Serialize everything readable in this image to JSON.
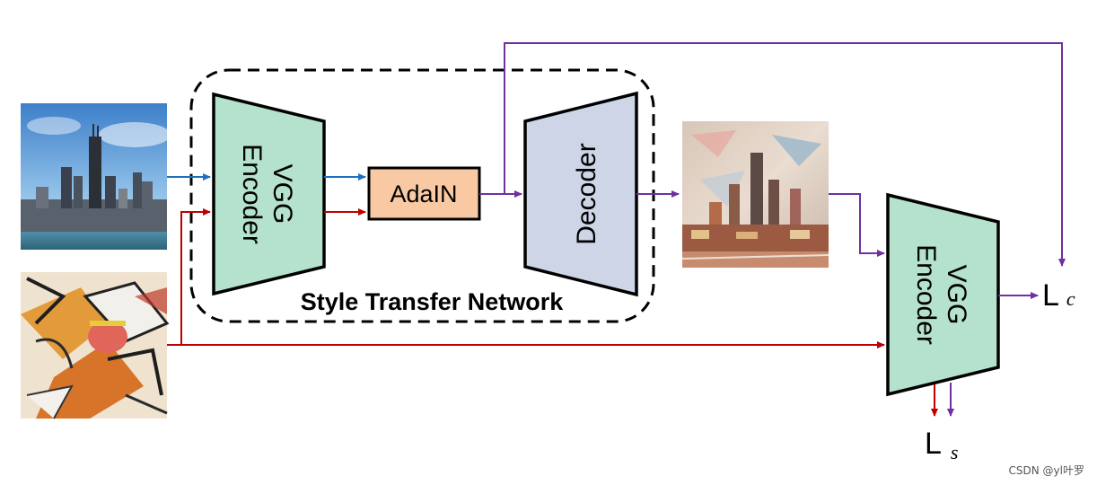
{
  "encoder_left": {
    "line1": "VGG",
    "line2": "Encoder"
  },
  "adain": {
    "label": "AdaIN"
  },
  "decoder": {
    "label": "Decoder"
  },
  "network": {
    "label": "Style Transfer Network"
  },
  "encoder_right": {
    "line1": "VGG",
    "line2": "Encoder"
  },
  "losses": {
    "content": {
      "main": "L",
      "sub": "c"
    },
    "style": {
      "main": "L",
      "sub": "s"
    }
  },
  "watermark": "CSDN @yl叶罗",
  "colors": {
    "encoder_fill": "#b5e2cc",
    "decoder_fill": "#cdd5e6",
    "adain_fill": "#f9c9a4",
    "content_arrow": "#1f6fbf",
    "style_arrow": "#c00000",
    "output_arrow": "#7030a0"
  }
}
